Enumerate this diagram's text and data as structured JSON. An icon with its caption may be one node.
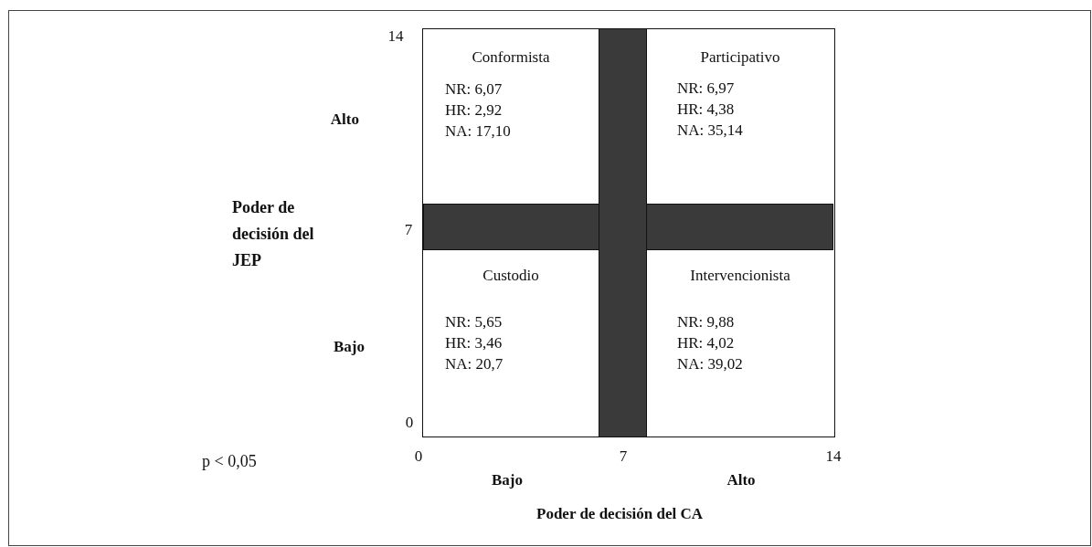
{
  "diagram": {
    "nodes": [
      {
        "text": [
          "Conformista",
          "NR: 6,07",
          "HR: 2,92",
          "NA: 17,10"
        ]
      },
      {
        "text": [
          "Participativo",
          "NR: 6,97",
          "HR: 4,38",
          "NA: 35,14"
        ]
      },
      {
        "text": [
          "Custodio",
          "NR: 5,65",
          "HR: 3,46",
          "NA: 20,7"
        ]
      },
      {
        "text": [
          "Intervencionista",
          "NR: 9,88",
          "HR: 4,02",
          "NA: 39,02"
        ]
      },
      {
        "text": [],
        "shape": "bar"
      },
      {
        "text": [],
        "shape": "bar"
      }
    ],
    "labels": [
      "14",
      "Alto",
      "Poder de decisión del JEP",
      "7",
      "Bajo",
      "0",
      "p < 0,05",
      "0",
      "7",
      "14",
      "Bajo",
      "Alto",
      "Poder de decisión del CA"
    ]
  }
}
